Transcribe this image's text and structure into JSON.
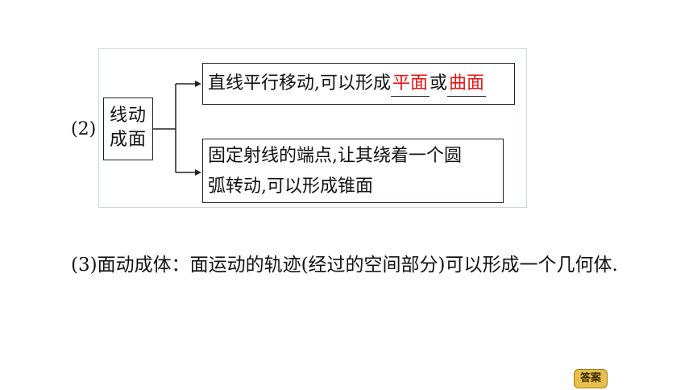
{
  "diagram": {
    "part_label": "(2)",
    "concept_line1": "线动",
    "concept_line2": "成面",
    "branch1": {
      "prefix": "直线平行移动,可以形成",
      "answer1": "平面",
      "middle": "或",
      "answer2": "曲面"
    },
    "branch2": {
      "line1": "固定射线的端点,让其绕着一个圆",
      "line2": "弧转动,可以形成锥面"
    }
  },
  "paragraph": {
    "text": "(3)面动成体：面运动的轨迹(经过的空间部分)可以形成一个几何体."
  },
  "answer_button": {
    "label": "答案"
  },
  "colors": {
    "answer_text": "#e01818",
    "badge": "#e7c04a"
  }
}
